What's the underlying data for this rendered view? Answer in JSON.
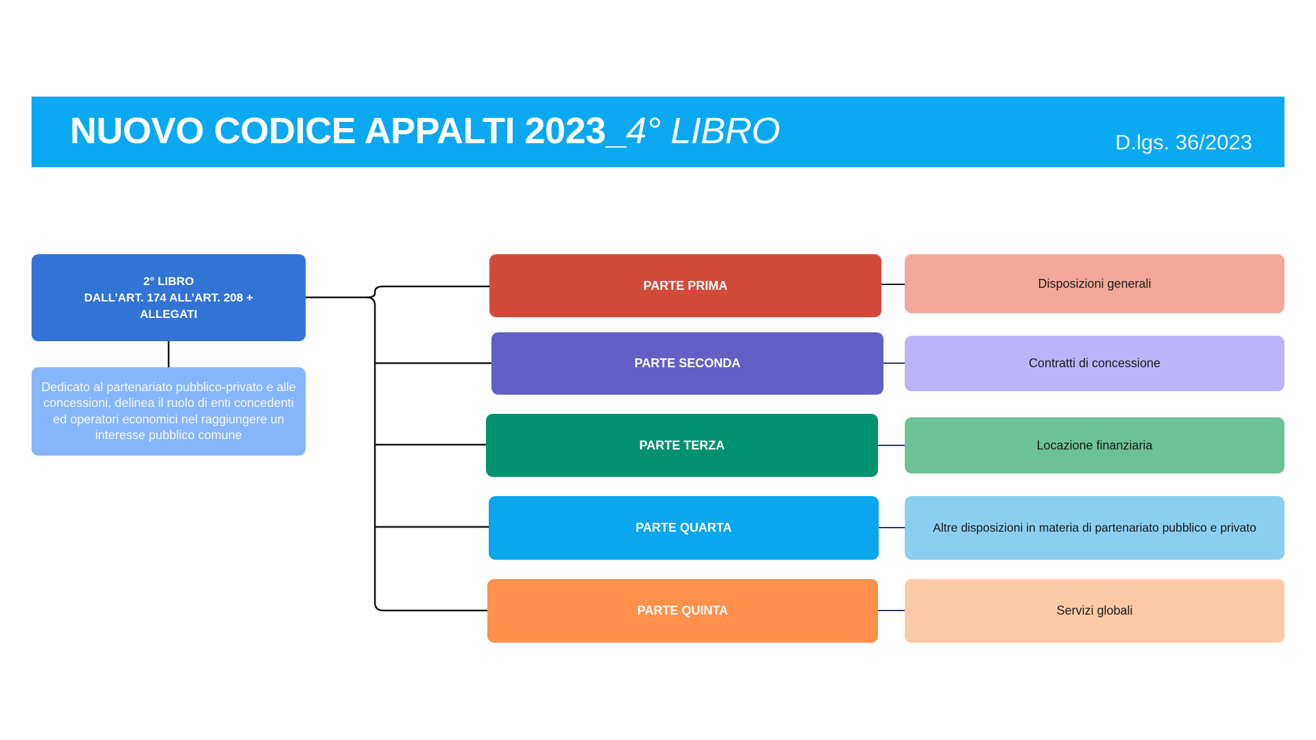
{
  "header": {
    "title_bold": "NUOVO CODICE APPALTI 2023_",
    "title_italic": "4° LIBRO",
    "subtitle": "D.lgs. 36/2023"
  },
  "root": {
    "lines": [
      "2° LIBRO",
      "DALL’ART. 174 ALL’ART. 208 +",
      "ALLEGATI"
    ],
    "description": "Dedicato al partenariato pubblico-privato e alle concessioni, delinea il ruolo di enti concedenti ed operatori economici nel raggiungere un interesse pubblico comune"
  },
  "parts": [
    {
      "label": "PARTE PRIMA",
      "detail": "Disposizioni generali",
      "color": "#D44A3A",
      "detail_color": "#F5A89A"
    },
    {
      "label": "PARTE SECONDA",
      "detail": "Contratti di concessione",
      "color": "#6260C4",
      "detail_color": "#BBB4FB"
    },
    {
      "label": "PARTE TERZA",
      "detail": "Locazione finanziaria",
      "color": "#00916E",
      "detail_color": "#6CC297"
    },
    {
      "label": "PARTE QUARTA",
      "detail": "Altre disposizioni in materia di partenariato pubblico e privato",
      "color": "#0AA6EE",
      "detail_color": "#8ACFF1"
    },
    {
      "label": "PARTE QUINTA",
      "detail": "Servizi globali",
      "color": "#FF914D",
      "detail_color": "#FECAA5"
    }
  ]
}
